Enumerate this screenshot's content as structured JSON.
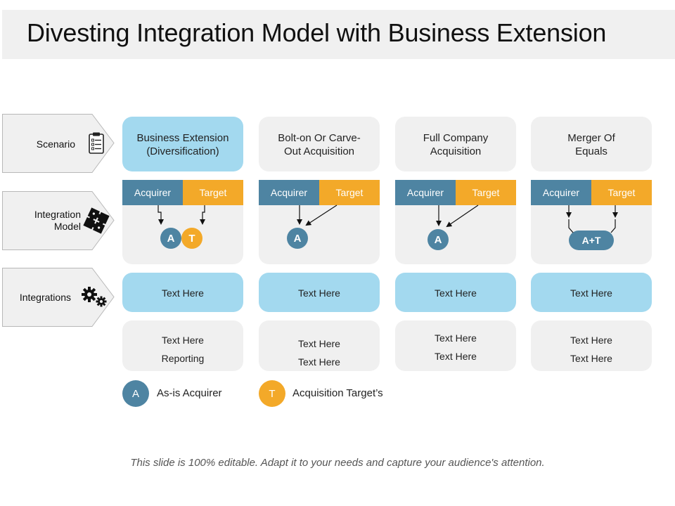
{
  "title": "Divesting Integration Model with Business Extension",
  "rows": {
    "scenario": "Scenario",
    "integration_model_line1": "Integration",
    "integration_model_line2": "Model",
    "integrations": "Integrations"
  },
  "columns": [
    {
      "scenario_line1": "Business Extension",
      "scenario_line2": "(Diversification)",
      "acquirer": "Acquirer",
      "target": "Target",
      "model_a": "A",
      "model_t": "T",
      "integration_top": "Text Here",
      "integration_bottom_1": "Text Here",
      "integration_bottom_2": "Reporting"
    },
    {
      "scenario_line1": "Bolt-on Or Carve-",
      "scenario_line2": "Out Acquisition",
      "acquirer": "Acquirer",
      "target": "Target",
      "model_a": "A",
      "integration_top": "Text Here",
      "integration_bottom_1": "Text Here",
      "integration_bottom_2": "Text Here"
    },
    {
      "scenario_line1": "Full Company",
      "scenario_line2": "Acquisition",
      "acquirer": "Acquirer",
      "target": "Target",
      "model_a": "A",
      "integration_top": "Text Here",
      "integration_bottom_1": "Text Here",
      "integration_bottom_2": "Text Here"
    },
    {
      "scenario_line1": "Merger Of",
      "scenario_line2": "Equals",
      "acquirer": "Acquirer",
      "target": "Target",
      "model_at": "A+T",
      "integration_top": "Text Here",
      "integration_bottom_1": "Text Here",
      "integration_bottom_2": "Text Here"
    }
  ],
  "legend": {
    "a_letter": "A",
    "a_label": "As-is Acquirer",
    "t_letter": "T",
    "t_label": "Acquisition Target’s"
  },
  "footer": "This slide is 100% editable. Adapt it to your needs and capture your audience's attention.",
  "colors": {
    "acquirer": "#4e84a2",
    "target": "#f3a929",
    "highlight": "#a3d9ef",
    "card": "#f0f0f0"
  },
  "icons": [
    "clipboard-icon",
    "puzzle-icon",
    "gears-icon"
  ]
}
